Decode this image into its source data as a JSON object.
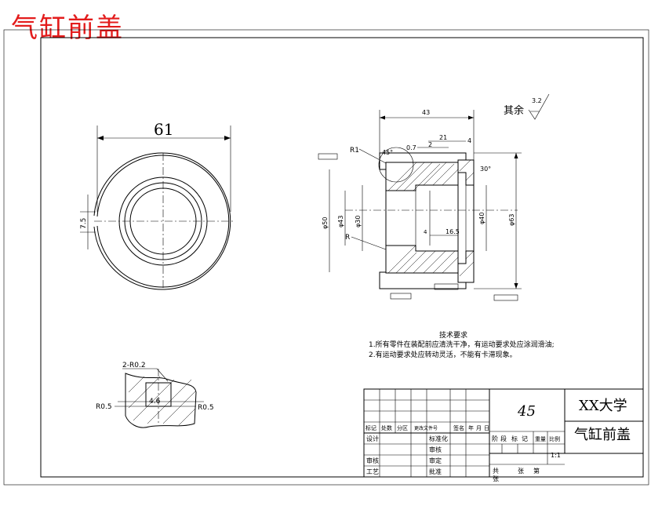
{
  "title": "气缸前盖",
  "left_view": {
    "dim_diameter": "61",
    "dim_side": "7.5"
  },
  "section_view": {
    "dim_length": "43",
    "dim_21": "21",
    "dim_2": "2",
    "dim_4": "4",
    "dim_07": "0.7",
    "dim_165": "16.5",
    "dim_4_tol": "4",
    "angle_45": "45°",
    "angle_30": "30°",
    "radius_r1": "R1",
    "radius_r": "R",
    "dia_63": "φ63",
    "dia_50": "φ50",
    "dia_43": "φ43",
    "dia_30": "φ30",
    "dia_40": "φ40",
    "finish_rest_label": "其余",
    "finish_rest_value": "3.2"
  },
  "detail_view": {
    "callout": "2-R0.2",
    "dim_depth": "4.6",
    "radius_left": "R0.5",
    "radius_right": "R0.5"
  },
  "tech_requirements": {
    "heading": "技术要求",
    "items": [
      "1.所有零件在装配前应清洗干净，有运动要求处应涂润滑油;",
      "2.有运动要求处应转动灵活，不能有卡滞现象。"
    ]
  },
  "title_block": {
    "material": "45",
    "university": "XX大学",
    "part_name": "气缸前盖",
    "scale": "1:1",
    "col_marks": [
      "标记",
      "处数",
      "分区",
      "更改文件号",
      "签名",
      "年",
      "月",
      "日"
    ],
    "row_labels": [
      "设计",
      "审核",
      "工艺"
    ],
    "mid_labels": [
      "标准化",
      "审核",
      "审定",
      "批准"
    ],
    "stage_headers": [
      "阶",
      "段",
      "标",
      "记",
      "重量",
      "比例"
    ],
    "sheet_row": [
      "共",
      "张",
      "第",
      "张"
    ]
  }
}
